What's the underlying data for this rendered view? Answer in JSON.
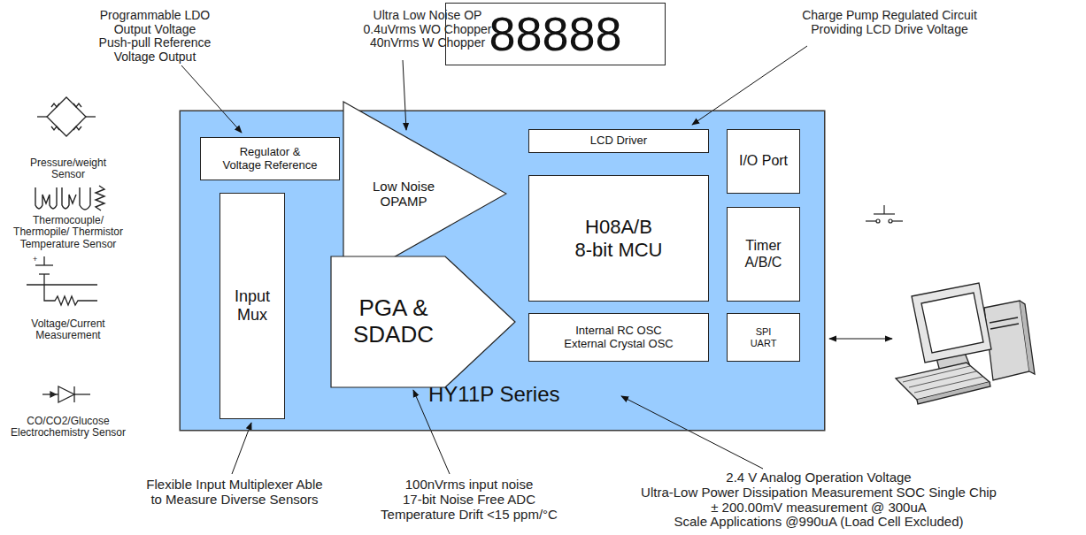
{
  "diagram": {
    "nodes": [
      {
        "text": [
          "88888"
        ]
      },
      {
        "text": [
          "HY11P Series"
        ]
      },
      {
        "text": [
          "Regulator & Voltage Reference"
        ],
        "in": 1
      },
      {
        "text": [
          "Input Mux"
        ],
        "in": 1
      },
      {
        "text": [
          "Low Noise OPAMP"
        ],
        "in": 1
      },
      {
        "text": [
          "PGA & SDADC"
        ],
        "in": 1
      },
      {
        "text": [
          "LCD Driver"
        ],
        "in": 1
      },
      {
        "text": [
          "H08A/B 8-bit MCU"
        ],
        "in": 1
      },
      {
        "text": [
          "Internal RC OSC External Crystal OSC"
        ],
        "in": 1
      },
      {
        "text": [
          "I/O Port"
        ],
        "in": 1
      },
      {
        "text": [
          "Timer A/B/C"
        ],
        "in": 1
      },
      {
        "text": [
          "SPI UART"
        ],
        "in": 1
      }
    ],
    "labels": [
      "Programmable LDO Output Voltage Push-pull Reference Voltage Output",
      "Ultra Low Noise OP 0.4uVrms WO Chopper 40nVrms W Chopper",
      "Charge Pump Regulated Circuit Providing LCD Drive Voltage",
      "Pressure/weight Sensor",
      "Thermocouple/ Thermopile/ Thermistor Temperature Sensor",
      "Voltage/Current Measurement",
      "CO/CO2/Glucose Electrochemistry Sensor",
      "Flexible Input Multiplexer Able to Measure Diverse Sensors",
      "100nVrms input noise 17-bit Noise Free ADC Temperature Drift <15 ppm/°C",
      "2.4 V Analog Operation Voltage Ultra-Low Power Dissipation Measurement SOC Single Chip ± 200.00mV measurement @ 300uA Scale Applications @990uA (Load Cell Excluded)"
    ]
  }
}
